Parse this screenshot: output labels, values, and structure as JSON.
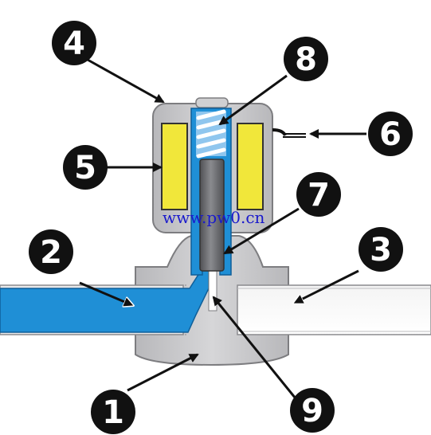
{
  "watermark": "www.pw0.cn",
  "callouts": [
    {
      "id": "callout-1",
      "label": "1"
    },
    {
      "id": "callout-2",
      "label": "2"
    },
    {
      "id": "callout-3",
      "label": "3"
    },
    {
      "id": "callout-4",
      "label": "4"
    },
    {
      "id": "callout-5",
      "label": "5"
    },
    {
      "id": "callout-6",
      "label": "6"
    },
    {
      "id": "callout-7",
      "label": "7"
    },
    {
      "id": "callout-8",
      "label": "8"
    },
    {
      "id": "callout-9",
      "label": "9"
    }
  ],
  "colors": {
    "body_gray": "#c9c9cb",
    "body_stroke": "#7d7d80",
    "coil_yellow": "#f1e73a",
    "flow_blue": "#1f8fd6",
    "plunger": "#6e6f73",
    "callout_fill": "#111111",
    "watermark": "#1a1acc"
  }
}
